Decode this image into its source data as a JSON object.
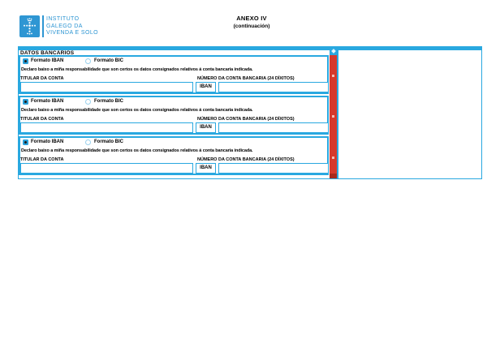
{
  "header": {
    "logo_org": [
      "INSTITUTO",
      "GALEGO DA",
      "VIVENDA E SOLO"
    ],
    "title": "ANEXO IV",
    "subtitle": "(continuación)"
  },
  "panel": {
    "section_title": "DATOS BANCARIOS",
    "blocks": [
      {
        "formato_iban_label": "Formato IBAN",
        "formato_bic_label": "Formato BIC",
        "selected_format": "IBAN",
        "declaration": "Declaro baixo a miña responsabilidade que son certos os datos consignados relativos á conta bancaria indicada.",
        "titular_label": "TITULAR DA CONTA",
        "titular_value": "",
        "iban_tag": "IBAN",
        "numero_label": "NÚMERO DA CONTA BANCARIA (24 DÍXITOS)",
        "numero_value": ""
      },
      {
        "formato_iban_label": "Formato IBAN",
        "formato_bic_label": "Formato BIC",
        "selected_format": "IBAN",
        "declaration": "Declaro baixo a miña responsabilidade que son certos os datos consignados relativos á conta bancaria indicada.",
        "titular_label": "TITULAR DA CONTA",
        "titular_value": "",
        "iban_tag": "IBAN",
        "numero_label": "NÚMERO DA CONTA BANCARIA (24 DÍXITOS)",
        "numero_value": ""
      },
      {
        "formato_iban_label": "Formato IBAN",
        "formato_bic_label": "Formato BIC",
        "selected_format": "IBAN",
        "declaration": "Declaro baixo a miña responsabilidade que son certos os datos consignados relativos á conta bancaria indicada.",
        "titular_label": "TITULAR DA CONTA",
        "titular_value": "",
        "iban_tag": "IBAN",
        "numero_label": "NÚMERO DA CONTA BANCARIA (24 DÍXITOS)",
        "numero_value": ""
      }
    ]
  },
  "colors": {
    "accent_blue": "#29a8e0",
    "logo_blue": "#2e96d3",
    "scrollbar_red": "#d6392c",
    "scrollbar_cap_red": "#a8291d"
  }
}
